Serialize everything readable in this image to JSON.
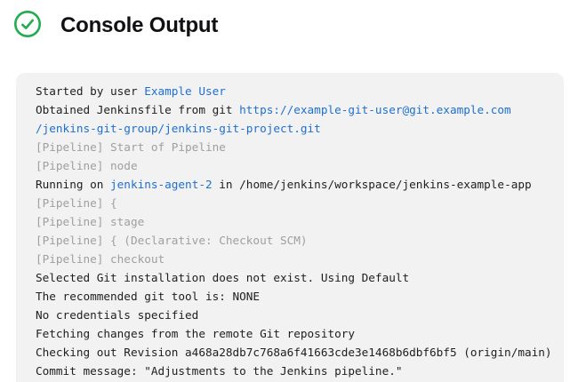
{
  "header": {
    "title": "Console Output",
    "status_icon": "success-checkmark"
  },
  "colors": {
    "console_bg": "#f2f2f2",
    "text": "#1e1e1e",
    "muted_text": "#9f9f9f",
    "link": "#1f6fd0",
    "success_green": "#23ab4f",
    "heading_text": "#101114"
  },
  "console": {
    "lines": [
      {
        "segments": [
          {
            "text": "Started by user ",
            "style": "plain"
          },
          {
            "text": "Example User",
            "style": "link"
          }
        ]
      },
      {
        "segments": [
          {
            "text": "Obtained Jenkinsfile from git ",
            "style": "plain"
          },
          {
            "text": "https://example-git-user@git.example.com",
            "style": "link"
          }
        ]
      },
      {
        "segments": [
          {
            "text": "/jenkins-git-group/jenkins-git-project.git",
            "style": "link"
          }
        ]
      },
      {
        "segments": [
          {
            "text": "[Pipeline] Start of Pipeline",
            "style": "muted"
          }
        ]
      },
      {
        "segments": [
          {
            "text": "[Pipeline] node",
            "style": "muted"
          }
        ]
      },
      {
        "segments": [
          {
            "text": "Running on ",
            "style": "plain"
          },
          {
            "text": "jenkins-agent-2",
            "style": "link"
          },
          {
            "text": " in /home/jenkins/workspace/jenkins-example-app",
            "style": "plain"
          }
        ]
      },
      {
        "segments": [
          {
            "text": "[Pipeline] {",
            "style": "muted"
          }
        ]
      },
      {
        "segments": [
          {
            "text": "[Pipeline] stage",
            "style": "muted"
          }
        ]
      },
      {
        "segments": [
          {
            "text": "[Pipeline] { (Declarative: Checkout SCM)",
            "style": "muted"
          }
        ]
      },
      {
        "segments": [
          {
            "text": "[Pipeline] checkout",
            "style": "muted"
          }
        ]
      },
      {
        "segments": [
          {
            "text": "Selected Git installation does not exist. Using Default",
            "style": "plain"
          }
        ]
      },
      {
        "segments": [
          {
            "text": "The recommended git tool is: NONE",
            "style": "plain"
          }
        ]
      },
      {
        "segments": [
          {
            "text": "No credentials specified",
            "style": "plain"
          }
        ]
      },
      {
        "segments": [
          {
            "text": "Fetching changes from the remote Git repository",
            "style": "plain"
          }
        ]
      },
      {
        "segments": [
          {
            "text": "Checking out Revision a468a28db7c768a6f41663cde3e1468b6dbf6bf5 (origin/main)",
            "style": "plain"
          }
        ]
      },
      {
        "segments": [
          {
            "text": "Commit message: \"Adjustments to the Jenkins pipeline.\"",
            "style": "plain"
          }
        ]
      }
    ]
  }
}
